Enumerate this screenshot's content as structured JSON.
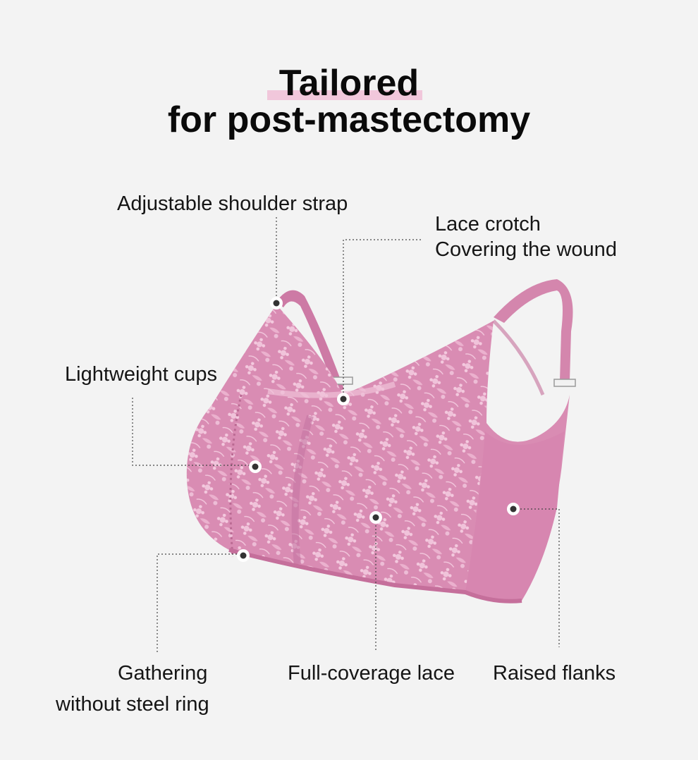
{
  "title": {
    "line1": "Tailored",
    "line2": "for post-mastectomy"
  },
  "colors": {
    "background": "#f3f3f3",
    "highlight": "#f1c7db",
    "product_pink": "#d98cb3",
    "product_dark": "#c56f9b",
    "lace": "#f1c4db"
  },
  "callouts": {
    "strap": "Adjustable shoulder strap",
    "lace_crotch_1": "Lace crotch",
    "lace_crotch_2": "Covering the wound",
    "cups": "Lightweight cups",
    "gathering_1": "Gathering",
    "gathering_2": "without steel ring",
    "lace": "Full-coverage lace",
    "flanks": "Raised flanks"
  }
}
